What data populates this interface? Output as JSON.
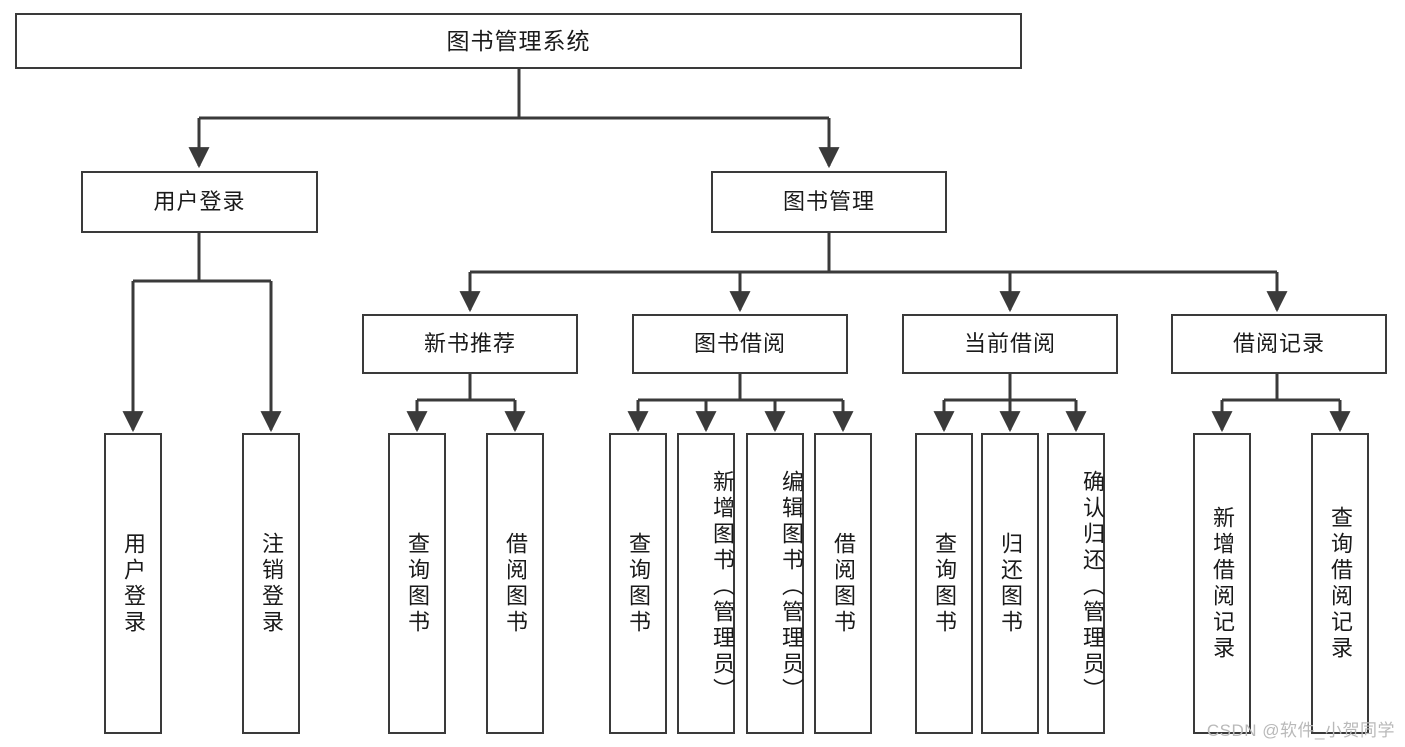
{
  "diagram": {
    "type": "tree",
    "title": "图书管理系统",
    "watermark": "CSDN @软件_小贺同学",
    "colors": {
      "box_border": "#3a3a3a",
      "box_fill": "#ffffff",
      "edge": "#3a3a3a",
      "text": "#1a1a1a",
      "watermark": "#b9b9b9"
    },
    "nodes": {
      "root": {
        "label": "图书管理系统",
        "level": 0
      },
      "level1": [
        {
          "id": "user-login",
          "label": "用户登录"
        },
        {
          "id": "book-manage",
          "label": "图书管理"
        }
      ],
      "level2": [
        {
          "id": "new-book-recommend",
          "label": "新书推荐",
          "parent": "book-manage"
        },
        {
          "id": "book-borrow",
          "label": "图书借阅",
          "parent": "book-manage"
        },
        {
          "id": "current-borrow",
          "label": "当前借阅",
          "parent": "book-manage"
        },
        {
          "id": "borrow-record",
          "label": "借阅记录",
          "parent": "book-manage"
        }
      ],
      "leaves": [
        {
          "id": "leaf-user-login",
          "label": "用户登录",
          "parent": "user-login"
        },
        {
          "id": "leaf-logout",
          "label": "注销登录",
          "parent": "user-login"
        },
        {
          "id": "leaf-query-book-1",
          "label": "查询图书",
          "parent": "new-book-recommend"
        },
        {
          "id": "leaf-borrow-book-1",
          "label": "借阅图书",
          "parent": "new-book-recommend"
        },
        {
          "id": "leaf-query-book-2",
          "label": "查询图书",
          "parent": "book-borrow"
        },
        {
          "id": "leaf-add-book",
          "label": "新增图书（管理员）",
          "parent": "book-borrow"
        },
        {
          "id": "leaf-edit-book",
          "label": "编辑图书（管理员）",
          "parent": "book-borrow"
        },
        {
          "id": "leaf-borrow-book-2",
          "label": "借阅图书",
          "parent": "book-borrow"
        },
        {
          "id": "leaf-query-book-3",
          "label": "查询图书",
          "parent": "current-borrow"
        },
        {
          "id": "leaf-return-book",
          "label": "归还图书",
          "parent": "current-borrow"
        },
        {
          "id": "leaf-confirm-return",
          "label": "确认归还（管理员）",
          "parent": "current-borrow"
        },
        {
          "id": "leaf-add-record",
          "label": "新增借阅记录",
          "parent": "borrow-record"
        },
        {
          "id": "leaf-query-record",
          "label": "查询借阅记录",
          "parent": "borrow-record"
        }
      ]
    }
  }
}
